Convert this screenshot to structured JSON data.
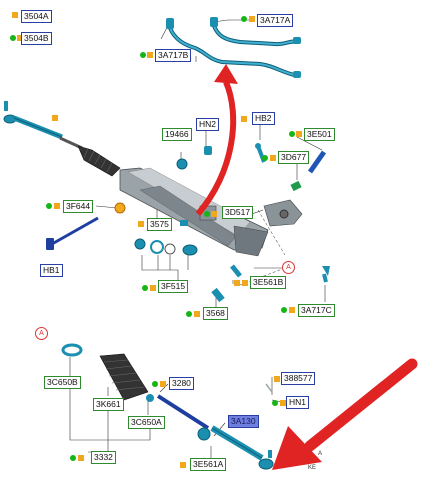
{
  "colors": {
    "part": "#1b8fb0",
    "part_dark": "#0e5e78",
    "arrow": "#e02424",
    "label_green": "#2f8a2f",
    "label_blue": "#2a3fa3",
    "dot_green": "#16b516",
    "square_orange": "#f2a81d"
  },
  "labels": {
    "l3504A": "3504A",
    "l3504B": "3504B",
    "l3A717A": "3A717A",
    "l3A717B": "3A717B",
    "l19466": "19466",
    "lHN2": "HN2",
    "lHB2": "HB2",
    "l3E501": "3E501",
    "l3D677": "3D677",
    "l3F644": "3F644",
    "l3575": "3575",
    "l3D517": "3D517",
    "lHB1": "HB1",
    "l3F515": "3F515",
    "l3E561B": "3E561B",
    "l3568": "3568",
    "l3A717C": "3A717C",
    "l3C650B": "3C650B",
    "l3K661": "3K661",
    "l3280": "3280",
    "l3C650A": "3C650A",
    "l388577": "388577",
    "lHN1": "HN1",
    "l3A130": "3A130",
    "l3332": "3332",
    "l3E561A": "3E561A"
  },
  "callout_A": "A",
  "corner_text": {
    "line1": "A",
    "line2": "KE"
  }
}
